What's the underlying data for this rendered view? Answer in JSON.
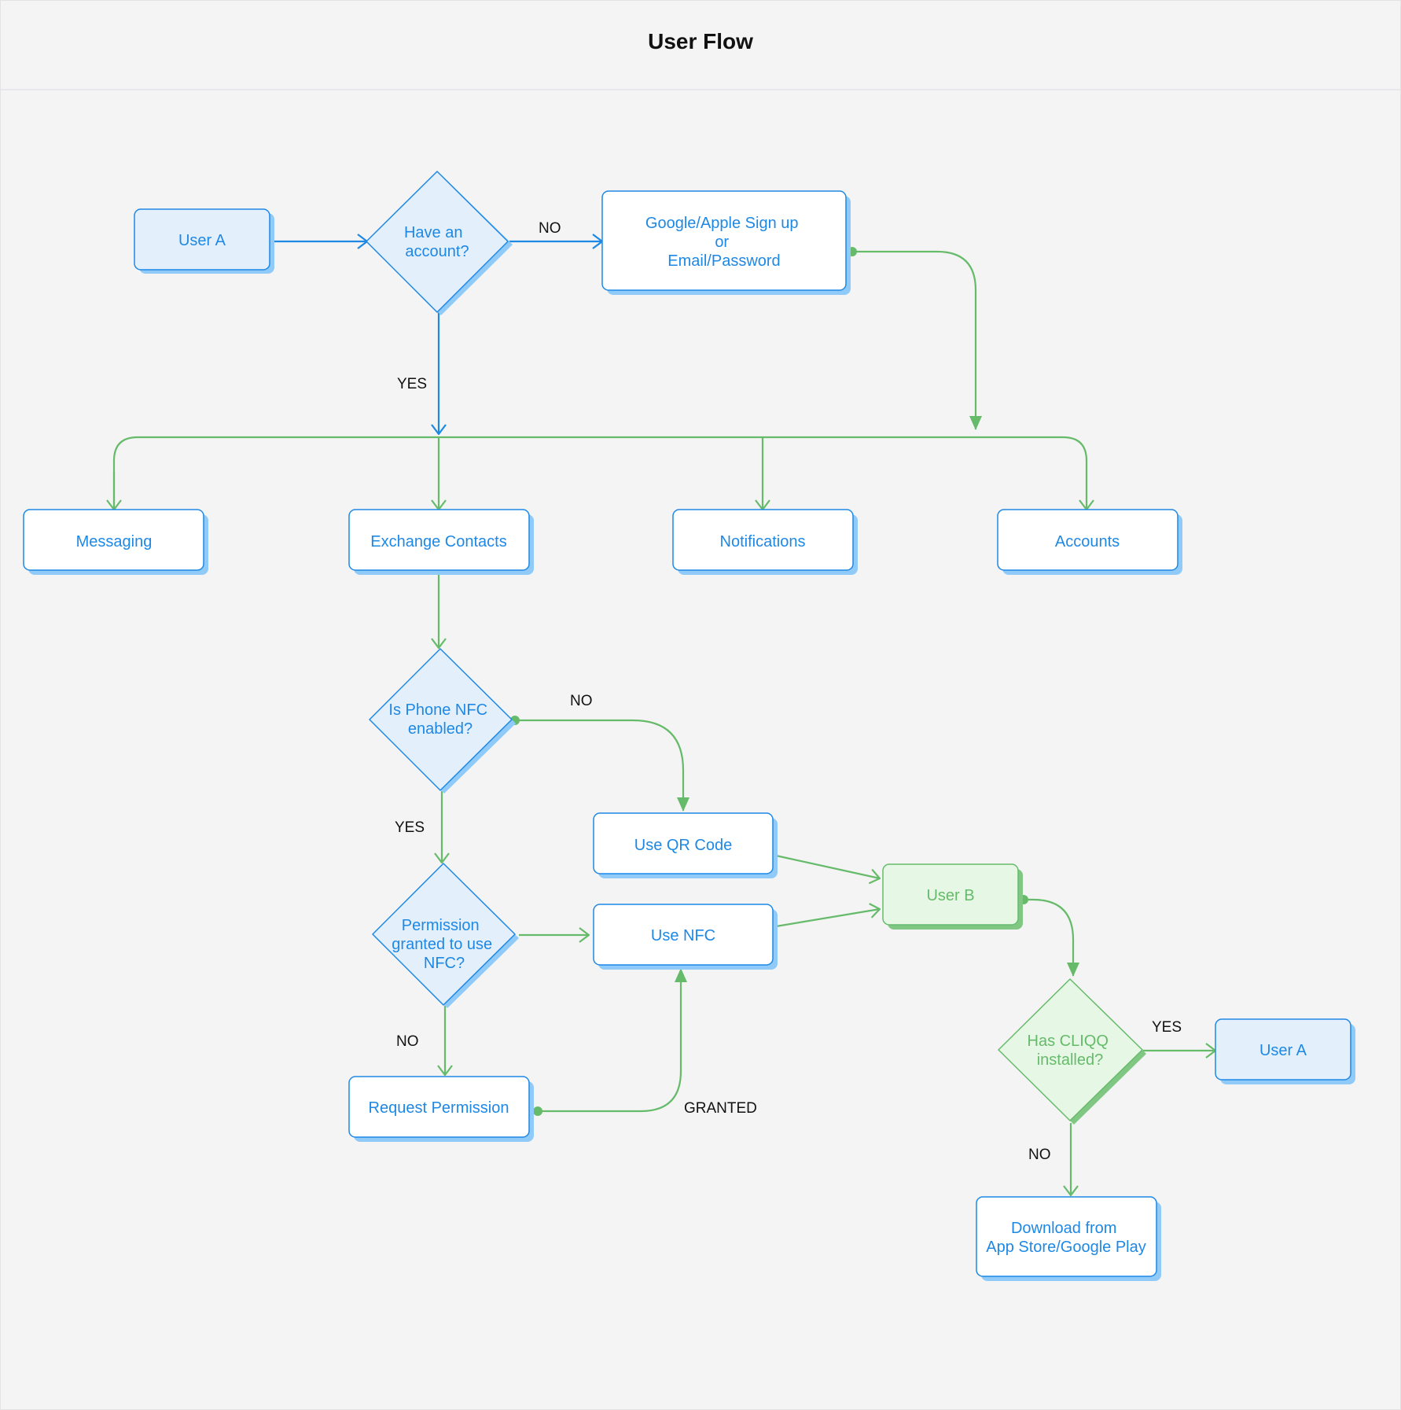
{
  "title": "User Flow",
  "colors": {
    "blue": "#1e88e5",
    "blue_fill": "#e3f0fc",
    "blue_shadow": "#90caf9",
    "green": "#66bb6a",
    "green_fill": "#e6f7e6",
    "green_shadow": "#81c784",
    "background": "#f4f4f4"
  },
  "nodes": {
    "user_a_start": "User A",
    "have_account": [
      "Have an",
      "account?"
    ],
    "signup": [
      "Google/Apple Sign up",
      "or",
      "Email/Password"
    ],
    "messaging": "Messaging",
    "exchange_contacts": "Exchange Contacts",
    "notifications": "Notifications",
    "accounts": "Accounts",
    "nfc_enabled": [
      "Is Phone NFC",
      "enabled?"
    ],
    "use_qr": "Use QR Code",
    "permission_granted": [
      "Permission",
      "granted to use",
      "NFC?"
    ],
    "use_nfc": "Use NFC",
    "request_permission": "Request Permission",
    "user_b": "User B",
    "has_cliqq": [
      "Has CLIQQ",
      "installed?"
    ],
    "user_a_end": "User A",
    "download": [
      "Download from",
      "App Store/Google Play"
    ]
  },
  "edge_labels": {
    "account_no": "NO",
    "account_yes": "YES",
    "nfc_no": "NO",
    "nfc_yes": "YES",
    "permission_no": "NO",
    "granted": "GRANTED",
    "cliqq_yes": "YES",
    "cliqq_no": "NO"
  }
}
